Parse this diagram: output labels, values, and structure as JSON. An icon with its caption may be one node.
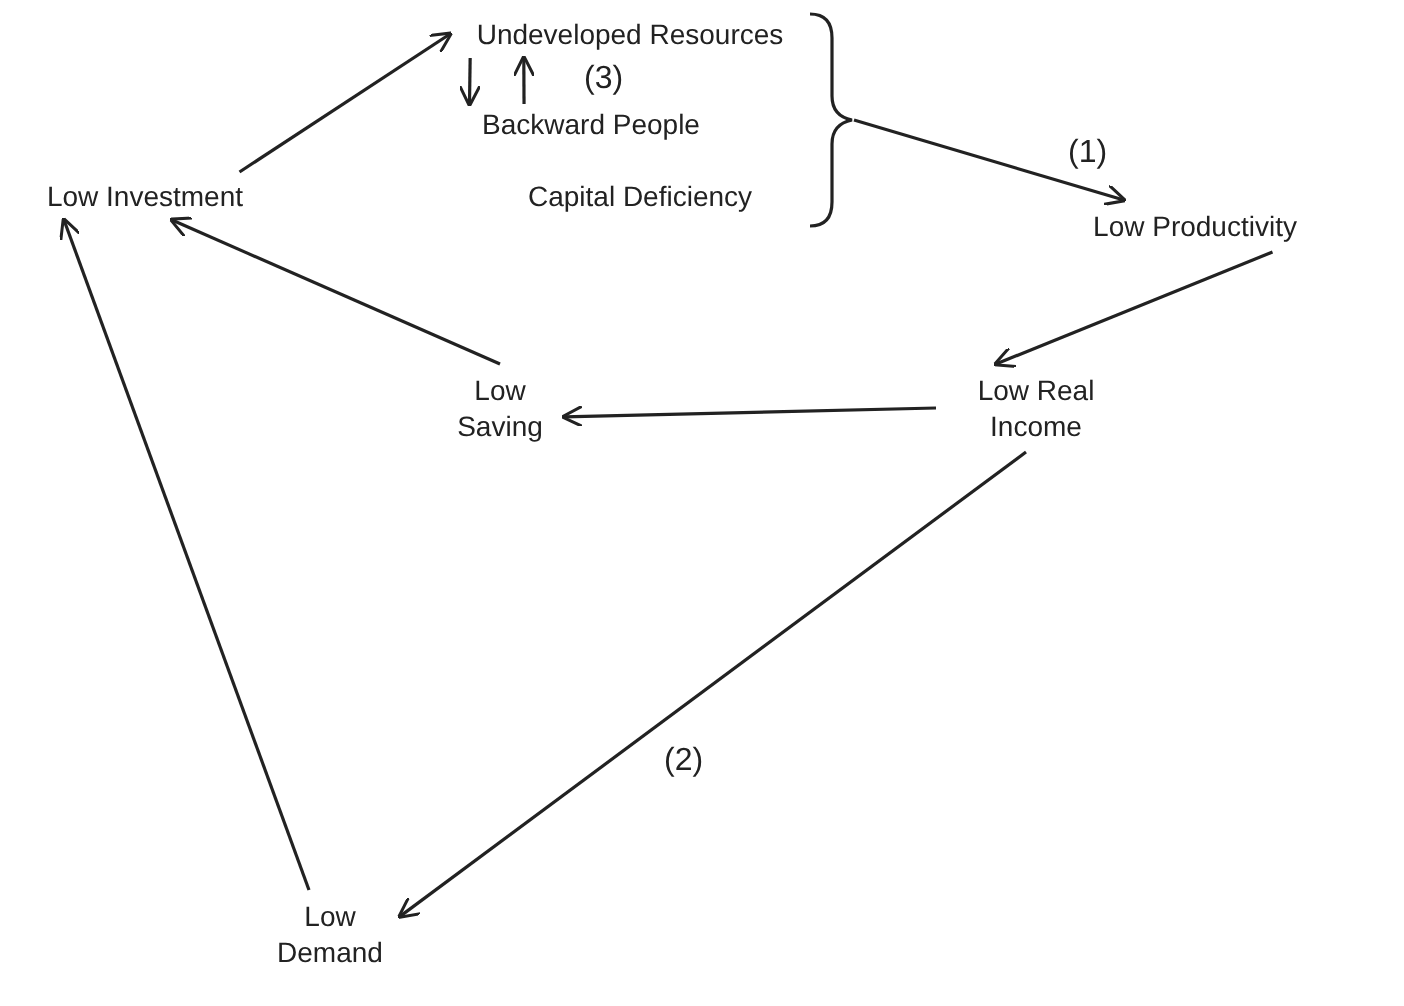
{
  "diagram": {
    "nodes": [
      {
        "text": [
          "Undeveloped Resources"
        ]
      },
      {
        "text": [
          "Backward People"
        ]
      },
      {
        "text": [
          "Capital Deficiency"
        ]
      },
      {
        "text": [
          "Low Productivity"
        ]
      },
      {
        "text": [
          "Low Investment"
        ]
      },
      {
        "text": [
          "Low Real Income"
        ]
      },
      {
        "text": [
          "Low Saving"
        ]
      },
      {
        "text": [
          "Low Demand"
        ]
      },
      {
        "text": [],
        "shape": "brace"
      }
    ],
    "edges": [
      {
        "from": 0,
        "to": 1,
        "arrow": "to"
      },
      {
        "from": 1,
        "to": 0,
        "arrow": "to",
        "label": "(3)"
      },
      {
        "from": 8,
        "to": 3,
        "arrow": "to",
        "label": "(1)"
      },
      {
        "from": 4,
        "to": 0,
        "arrow": "to"
      },
      {
        "from": 3,
        "to": 5,
        "arrow": "to"
      },
      {
        "from": 5,
        "to": 6,
        "arrow": "to"
      },
      {
        "from": 6,
        "to": 4,
        "arrow": "to"
      },
      {
        "from": 5,
        "to": 7,
        "arrow": "to",
        "label": "(2)"
      },
      {
        "from": 7,
        "to": 4,
        "arrow": "to"
      }
    ]
  }
}
